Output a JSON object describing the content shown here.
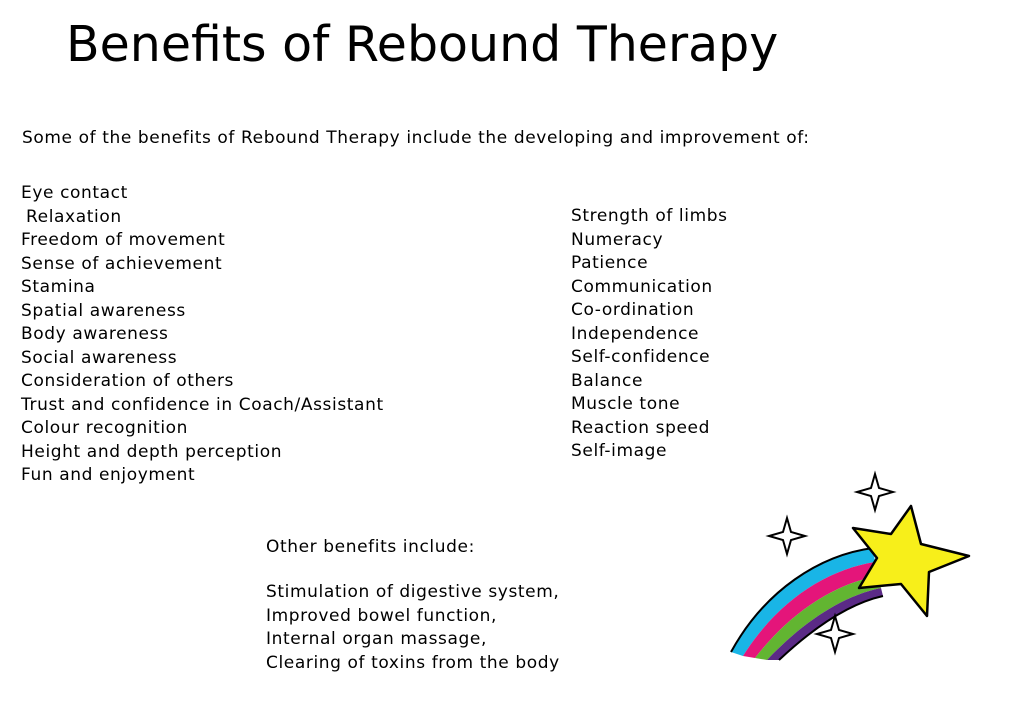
{
  "slide": {
    "title": "Benefits of Rebound Therapy",
    "intro": "Some of the benefits of Rebound Therapy include the developing and improvement of:",
    "left_list": [
      "Eye contact",
      "Relaxation",
      "Freedom of movement",
      "Sense of achievement",
      "Stamina",
      "Spatial awareness",
      "Body awareness",
      "Social awareness",
      "Consideration of others",
      "Trust and confidence in Coach/Assistant",
      "Colour recognition",
      "Height and depth perception",
      "Fun and enjoyment"
    ],
    "right_list": [
      "Strength of limbs",
      "Numeracy",
      "Patience",
      "Communication",
      "Co-ordination",
      "Independence",
      "Self-confidence",
      "Balance",
      "Muscle tone",
      "Reaction speed",
      "Self-image"
    ],
    "other_heading": "Other benefits include:",
    "other_list": [
      "Stimulation of digestive system,",
      "Improved bowel function,",
      "Internal organ massage,",
      "Clearing of toxins from the body"
    ]
  },
  "illustration": {
    "icon": "shooting-star-icon",
    "colors": {
      "star": "#f7ef1a",
      "trail_pink": "#e4157a",
      "trail_cyan": "#19b5e6",
      "trail_green": "#62b531",
      "trail_purple": "#5b2a86",
      "outline": "#000000"
    }
  }
}
